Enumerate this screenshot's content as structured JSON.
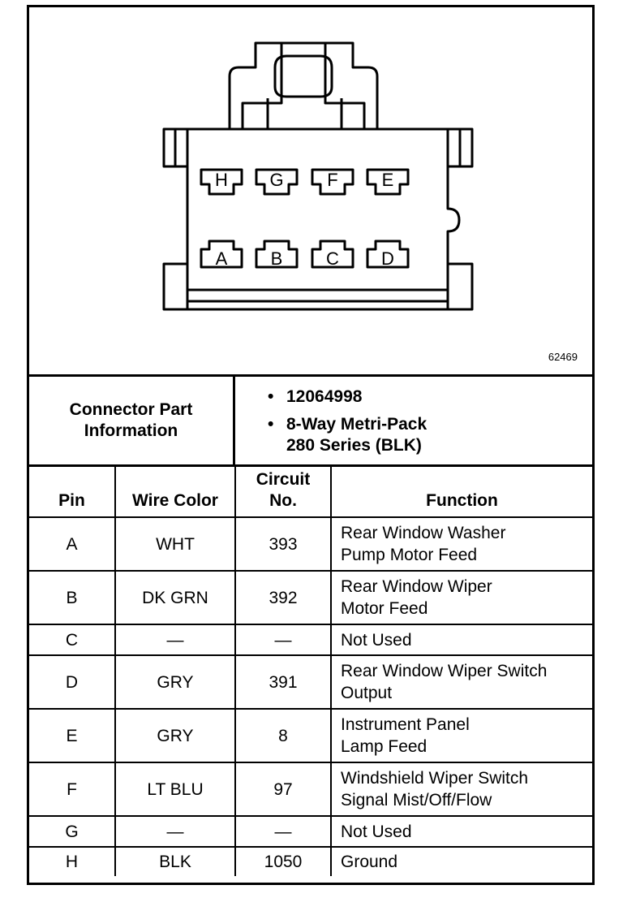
{
  "diagram": {
    "figure_number": "62469",
    "pins_top_row": [
      "H",
      "G",
      "F",
      "E"
    ],
    "pins_bottom_row": [
      "A",
      "B",
      "C",
      "D"
    ]
  },
  "connector_part_information": {
    "label_line1": "Connector Part",
    "label_line2": "Information",
    "bullet": "•",
    "items": [
      {
        "line1": "12064998",
        "line2": ""
      },
      {
        "line1": "8-Way Metri-Pack",
        "line2": "280 Series (BLK)"
      }
    ]
  },
  "pin_table": {
    "headers": {
      "pin": "Pin",
      "wire_color": "Wire Color",
      "circuit_line1": "Circuit",
      "circuit_line2": "No.",
      "function": "Function"
    },
    "rows": [
      {
        "pin": "A",
        "wire_color": "WHT",
        "circuit": "393",
        "function_line1": "Rear Window Washer",
        "function_line2": "Pump Motor Feed"
      },
      {
        "pin": "B",
        "wire_color": "DK GRN",
        "circuit": "392",
        "function_line1": "Rear Window Wiper",
        "function_line2": "Motor Feed"
      },
      {
        "pin": "C",
        "wire_color": "—",
        "circuit": "—",
        "function_line1": "Not Used",
        "function_line2": ""
      },
      {
        "pin": "D",
        "wire_color": "GRY",
        "circuit": "391",
        "function_line1": "Rear Window Wiper Switch",
        "function_line2": "Output"
      },
      {
        "pin": "E",
        "wire_color": "GRY",
        "circuit": "8",
        "function_line1": "Instrument Panel",
        "function_line2": "Lamp Feed"
      },
      {
        "pin": "F",
        "wire_color": "LT BLU",
        "circuit": "97",
        "function_line1": "Windshield Wiper Switch",
        "function_line2": "Signal Mist/Off/Flow"
      },
      {
        "pin": "G",
        "wire_color": "—",
        "circuit": "—",
        "function_line1": "Not Used",
        "function_line2": ""
      },
      {
        "pin": "H",
        "wire_color": "BLK",
        "circuit": "1050",
        "function_line1": "Ground",
        "function_line2": ""
      }
    ]
  }
}
